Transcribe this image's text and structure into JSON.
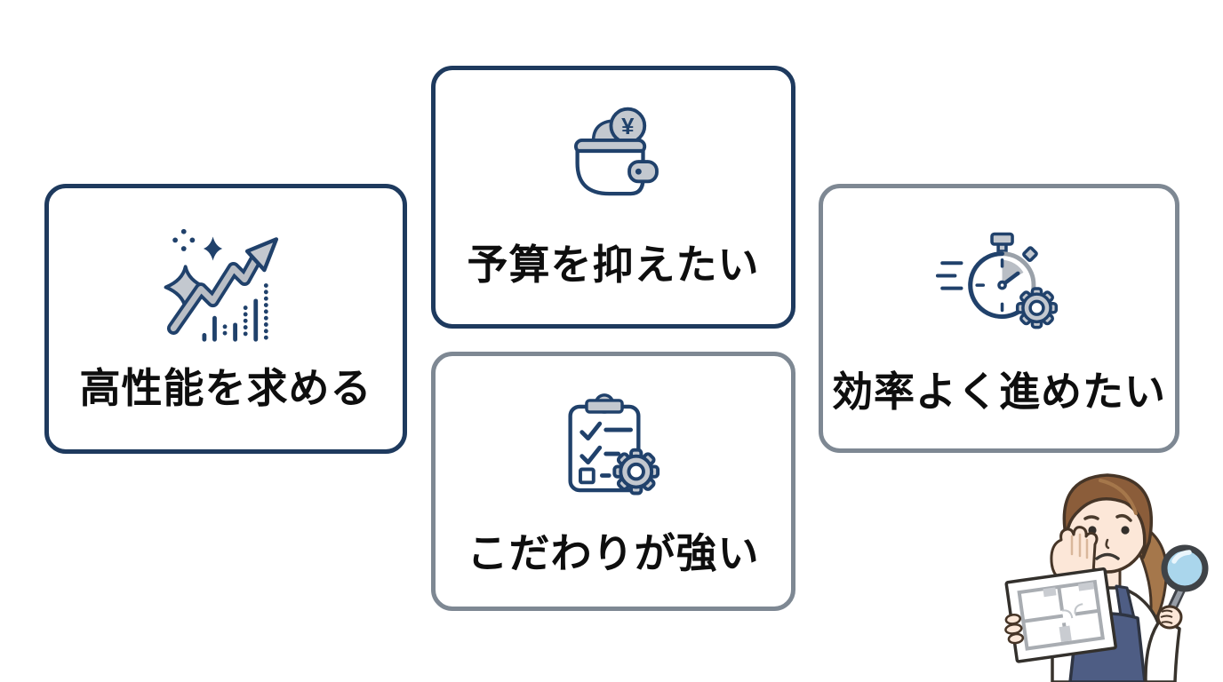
{
  "page": {
    "background_color": "#ffffff"
  },
  "palette": {
    "navy_border": "#1e3a5e",
    "gray_border": "#7e8893",
    "icon_navy": "#20416b",
    "icon_gray_fill": "#c3c8cf",
    "label_color": "#0e0e0e",
    "apron_blue": "#4e5d84",
    "lens_blue": "#aad6ec"
  },
  "cards": [
    {
      "label": "高性能を求める",
      "icon": "growth-chart-icon",
      "border": "navy"
    },
    {
      "label": "予算を抑えたい",
      "icon": "wallet-yen-icon",
      "border": "navy",
      "coin_symbol": "¥"
    },
    {
      "label": "こだわりが強い",
      "icon": "checklist-gear-icon",
      "border": "gray"
    },
    {
      "label": "効率よく進めたい",
      "icon": "stopwatch-gear-icon",
      "border": "gray"
    }
  ],
  "character": {
    "icon": "worried-woman-with-floorplan-and-magnifier"
  }
}
